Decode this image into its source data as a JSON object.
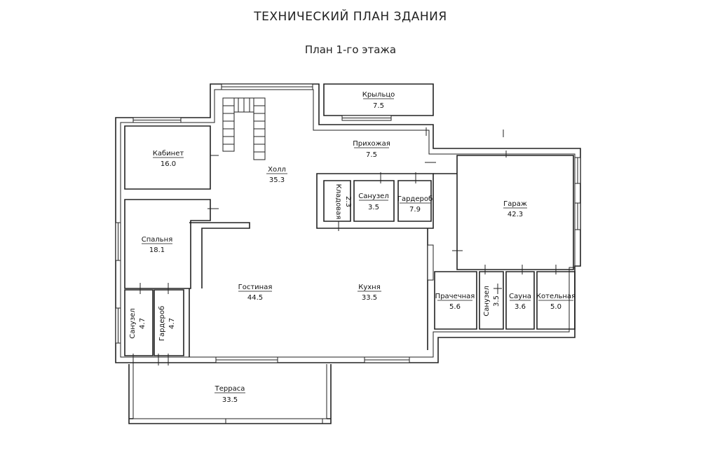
{
  "document": {
    "title": "ТЕХНИЧЕСКИЙ ПЛАН ЗДАНИЯ",
    "subtitle": "План 1-го этажа"
  },
  "rooms": [
    {
      "id": "porch",
      "name": "Крыльцо",
      "area": "7.5"
    },
    {
      "id": "entry-hall",
      "name": "Прихожая",
      "area": "7.5"
    },
    {
      "id": "office",
      "name": "Кабинет",
      "area": "16.0"
    },
    {
      "id": "hall",
      "name": "Холл",
      "area": "35.3"
    },
    {
      "id": "pantry",
      "name": "Кладовая",
      "area": "2.3"
    },
    {
      "id": "bathroom-1",
      "name": "Санузел",
      "area": "3.5"
    },
    {
      "id": "wardrobe-1",
      "name": "Гардероб",
      "area": "7.9"
    },
    {
      "id": "garage",
      "name": "Гараж",
      "area": "42.3"
    },
    {
      "id": "bedroom",
      "name": "Спальня",
      "area": "18.1"
    },
    {
      "id": "living-room",
      "name": "Гостиная",
      "area": "44.5"
    },
    {
      "id": "kitchen",
      "name": "Кухня",
      "area": "33.5"
    },
    {
      "id": "laundry",
      "name": "Прачечная",
      "area": "5.6"
    },
    {
      "id": "bathroom-3",
      "name": "Санузел",
      "area": "3.5"
    },
    {
      "id": "sauna",
      "name": "Сауна",
      "area": "3.6"
    },
    {
      "id": "boiler-room",
      "name": "Котельная",
      "area": "5.0"
    },
    {
      "id": "bathroom-2",
      "name": "Санузел",
      "area": "4.7"
    },
    {
      "id": "wardrobe-2",
      "name": "Гардероб",
      "area": "4.7"
    },
    {
      "id": "terrace",
      "name": "Терраса",
      "area": "33.5"
    }
  ]
}
